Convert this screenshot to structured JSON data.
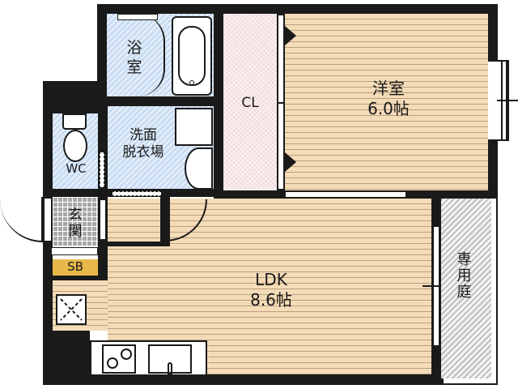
{
  "floor_plan": {
    "rooms": {
      "bath": {
        "label_line1": "浴",
        "label_line2": "室"
      },
      "closet": {
        "label": "CL"
      },
      "western_room": {
        "label": "洋室",
        "size": "6.0帖"
      },
      "wc": {
        "label": "WC"
      },
      "washroom": {
        "label_line1": "洗面",
        "label_line2": "脱衣場"
      },
      "entrance": {
        "label_line1": "玄",
        "label_line2": "関"
      },
      "shoe_box": {
        "label": "SB"
      },
      "ldk": {
        "label": "LDK",
        "size": "8.6帖"
      },
      "private_garden": {
        "label_line1": "専",
        "label_line2": "用",
        "label_line3": "庭"
      }
    },
    "colors": {
      "wall": "#1a1a1a",
      "wood_floor": "#f5dcb8",
      "wet_area": "#c9dcf2",
      "closet": "#f2dcdc",
      "garden": "#c8c8c8",
      "shoe_box": "#e8b84a",
      "entrance_tile": "#a8a8a8"
    }
  }
}
